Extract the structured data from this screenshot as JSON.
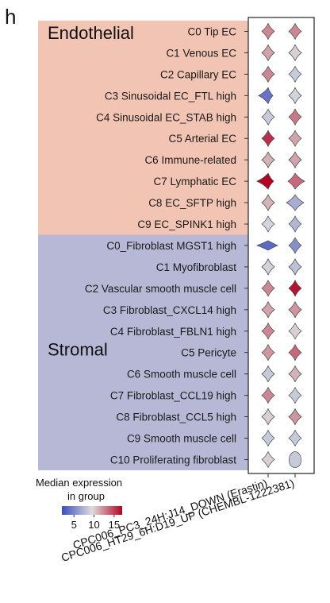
{
  "panel_letter": "h",
  "chart_data": {
    "type": "violin",
    "title": "",
    "columns": [
      "CPC006_PC3_24H:J14_DOWN (Erastin)",
      "CPC006_HT29_6H:D19_UP (CHEMBL-1222381)"
    ],
    "groups": [
      {
        "name": "Endothelial",
        "color": "#f2c4b3",
        "rows": [
          {
            "label": "C0 Tip EC",
            "values": [
              12.5,
              12.5
            ],
            "shape": [
              "diamond",
              "diamond"
            ]
          },
          {
            "label": "C1 Venous EC",
            "values": [
              11.5,
              10.0
            ],
            "shape": [
              "diamond",
              "diamond"
            ]
          },
          {
            "label": "C2 Capillary EC",
            "values": [
              12.5,
              8.5
            ],
            "shape": [
              "diamond",
              "diamond"
            ]
          },
          {
            "label": "C3 Sinusoidal EC_FTL high",
            "values": [
              4.0,
              9.0
            ],
            "shape": [
              "left-wide",
              "diamond"
            ]
          },
          {
            "label": "C4 Sinusoidal EC_STAB high",
            "values": [
              8.5,
              13.0
            ],
            "shape": [
              "diamond",
              "diamond"
            ]
          },
          {
            "label": "C5 Arterial EC",
            "values": [
              15.5,
              11.5
            ],
            "shape": [
              "diamond",
              "diamond"
            ]
          },
          {
            "label": "C6 Immune-related",
            "values": [
              11.0,
              11.5
            ],
            "shape": [
              "diamond",
              "diamond"
            ]
          },
          {
            "label": "C7 Lymphatic EC",
            "values": [
              17.0,
              13.5
            ],
            "shape": [
              "wide-left",
              "wide-right"
            ]
          },
          {
            "label": "C8 EC_SFTP high",
            "values": [
              11.0,
              7.0
            ],
            "shape": [
              "diamond",
              "wide"
            ]
          },
          {
            "label": "C9 EC_SPINK1 high",
            "values": [
              9.0,
              7.5
            ],
            "shape": [
              "diamond",
              "diamond"
            ]
          }
        ]
      },
      {
        "name": "Stromal",
        "color": "#b6b8d6",
        "rows": [
          {
            "label": "C0_Fibroblast MGST1 high",
            "values": [
              3.5,
              5.5
            ],
            "shape": [
              "wide-flat",
              "diamond"
            ]
          },
          {
            "label": "C1 Myofibroblast",
            "values": [
              9.0,
              8.0
            ],
            "shape": [
              "diamond",
              "diamond"
            ]
          },
          {
            "label": "C2 Vascular smooth muscle cell",
            "values": [
              12.5,
              16.5
            ],
            "shape": [
              "diamond",
              "diamond"
            ]
          },
          {
            "label": "C3 Fibroblast_CXCL14 high",
            "values": [
              11.5,
              12.0
            ],
            "shape": [
              "diamond",
              "diamond"
            ]
          },
          {
            "label": "C4 Fibroblast_FBLN1 high",
            "values": [
              12.5,
              10.0
            ],
            "shape": [
              "diamond",
              "diamond"
            ]
          },
          {
            "label": "C5 Pericyte",
            "values": [
              12.0,
              13.5
            ],
            "shape": [
              "diamond",
              "diamond"
            ]
          },
          {
            "label": "C6 Smooth muscle cell",
            "values": [
              8.5,
              11.0
            ],
            "shape": [
              "diamond",
              "diamond"
            ]
          },
          {
            "label": "C7 Fibroblast_CCL19 high",
            "values": [
              12.5,
              8.5
            ],
            "shape": [
              "diamond",
              "diamond"
            ]
          },
          {
            "label": "C8 Fibroblast_CCL5 high",
            "values": [
              10.0,
              12.0
            ],
            "shape": [
              "diamond",
              "diamond"
            ]
          },
          {
            "label": "C9 Smooth muscle cell",
            "values": [
              8.5,
              8.5
            ],
            "shape": [
              "diamond",
              "diamond"
            ]
          },
          {
            "label": "C10 Proliferating fibroblast",
            "values": [
              10.0,
              8.5
            ],
            "shape": [
              "diamond",
              "round"
            ]
          }
        ]
      }
    ],
    "colorbar": {
      "title_line1": "Median expression",
      "title_line2": "in group",
      "min": 2,
      "max": 17,
      "ticks": [
        "5",
        "10",
        "15"
      ],
      "tick_values": [
        5,
        10,
        15
      ],
      "low_color": "#3b4cc0",
      "mid_color": "#dddddd",
      "high_color": "#b40426"
    }
  }
}
